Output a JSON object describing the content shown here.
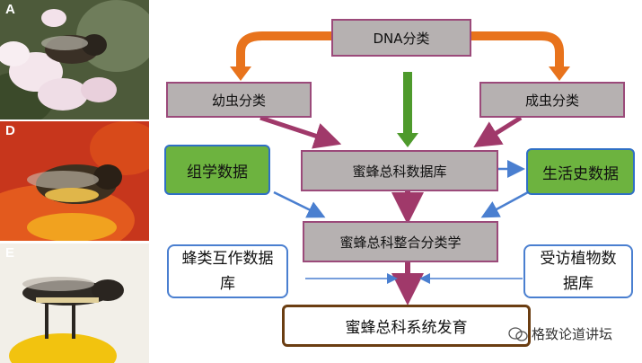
{
  "panels": [
    {
      "label": "A"
    },
    {
      "label": "D"
    },
    {
      "label": "E"
    }
  ],
  "nodes": {
    "dna": "DNA分类",
    "larva": "幼虫分类",
    "adult": "成虫分类",
    "apoidea_db": "蜜蜂总科数据库",
    "histology": "组学数据",
    "life_history": "生活史数据",
    "integrated": "蜜蜂总科整合分类学",
    "interaction_db": "蜂类互作数据库",
    "host_plant_db": "受访植物数据库",
    "phylogeny": "蜜蜂总科系统发育"
  },
  "watermark": "格致论道讲坛",
  "colors": {
    "orange_arrow": "#e8731c",
    "green_arrow": "#4e9a2c",
    "purple_arrow": "#a0396a",
    "blue_arrow": "#4a7fd0"
  }
}
